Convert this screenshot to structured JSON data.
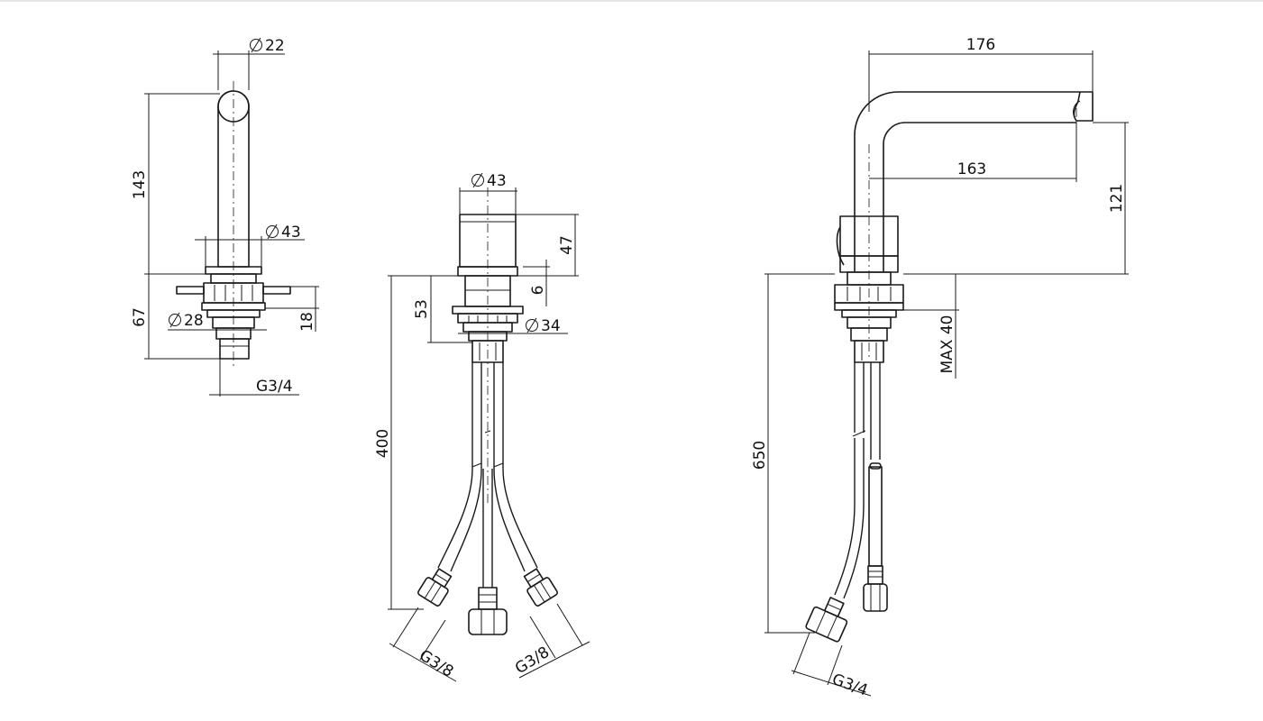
{
  "dims": {
    "d22": "22",
    "h143": "143",
    "d43a": "43",
    "h67": "67",
    "d28": "28",
    "h18": "18",
    "g34a": "G3/4",
    "d43b": "43",
    "h47": "47",
    "h6": "6",
    "h53": "53",
    "d34": "34",
    "h400": "400",
    "g38a": "G3/8",
    "g38b": "G3/8",
    "w176": "176",
    "w163": "163",
    "h121": "121",
    "max40": "MAX 40",
    "h650": "650",
    "g34b": "G3/4"
  },
  "symbols": {
    "diameter": "∅"
  }
}
